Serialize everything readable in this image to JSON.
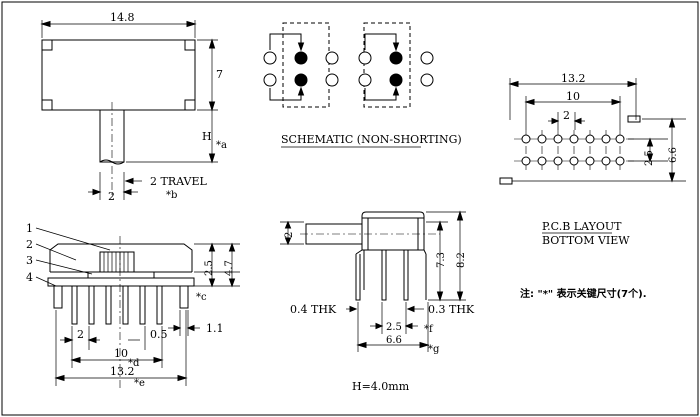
{
  "top_view": {
    "width_label": "14.8",
    "height_label": "7",
    "h_label": "H",
    "h_note": "*a",
    "travel_gap": "2",
    "travel_label": "2  TRAVEL",
    "travel_note": "*b"
  },
  "schematic": {
    "title": "SCHEMATIC (NON-SHORTING)"
  },
  "pcb": {
    "width_label": "13.2",
    "inner_label": "10",
    "pitch_label": "2",
    "row_gap_label": "2.5",
    "total_h_label": "6.6",
    "title": "P.C.B LAYOUT",
    "subtitle": "BOTTOM VIEW"
  },
  "front_view": {
    "callouts": [
      "1",
      "2",
      "3",
      "4"
    ],
    "dim_2_5": "2.5",
    "dim_4_7": "4.7",
    "note_c": "*c",
    "dim_2": "2",
    "dim_0_5": "0.5",
    "dim_1_1": "1.1",
    "dim_10": "10",
    "note_d": "*d",
    "dim_13_2": "13.2",
    "note_e": "*e"
  },
  "side_view": {
    "dim_2": "2",
    "dim_7_3": "7.3",
    "dim_8_2": "8.2",
    "thk_left": "0.4  THK",
    "thk_right": "0.3  THK",
    "dim_2_5": "2.5",
    "note_f": "*f",
    "dim_6_6": "6.6",
    "note_g": "*g",
    "h_value": "H=4.0mm"
  },
  "note": {
    "text": "注: \"*\" 表示关键尺寸(7个)."
  }
}
